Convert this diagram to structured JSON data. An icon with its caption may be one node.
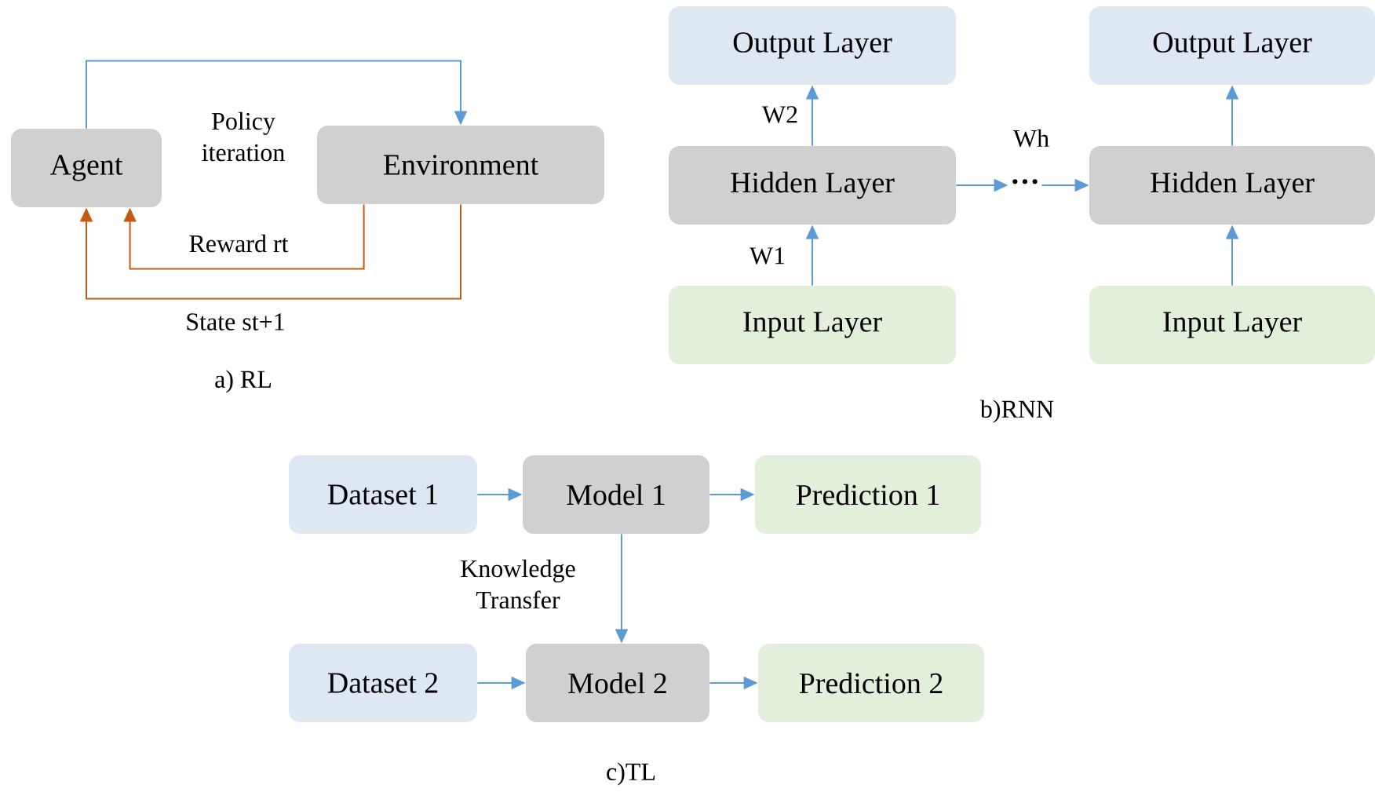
{
  "diagram": {
    "nodes": [
      {
        "text": [
          "Agent"
        ]
      },
      {
        "text": [
          "Environment"
        ]
      },
      {
        "text": [
          "Output Layer"
        ]
      },
      {
        "text": [
          "Hidden Layer"
        ]
      },
      {
        "text": [
          "Input Layer"
        ]
      },
      {
        "text": [
          "···"
        ]
      },
      {
        "text": [
          "Output Layer"
        ]
      },
      {
        "text": [
          "Hidden Layer"
        ]
      },
      {
        "text": [
          "Input Layer"
        ]
      },
      {
        "text": [
          "Dataset 1"
        ]
      },
      {
        "text": [
          "Model 1"
        ]
      },
      {
        "text": [
          "Prediction 1"
        ]
      },
      {
        "text": [
          "Dataset 2"
        ]
      },
      {
        "text": [
          "Model 2"
        ]
      },
      {
        "text": [
          "Prediction 2"
        ]
      }
    ],
    "edges": [
      {
        "from": 0,
        "to": 1,
        "arrow": "to",
        "label": "Policy iteration"
      },
      {
        "from": 1,
        "to": 0,
        "arrow": "to",
        "label": "Reward rt",
        "color": "#c55a11"
      },
      {
        "from": 1,
        "to": 0,
        "arrow": "to",
        "label": "State st+1",
        "color": "#c55a11"
      },
      {
        "from": 3,
        "to": 2,
        "arrow": "to",
        "label": "W2"
      },
      {
        "from": 4,
        "to": 3,
        "arrow": "to",
        "label": "W1"
      },
      {
        "from": 3,
        "to": 5,
        "arrow": "to",
        "label": "Wh"
      },
      {
        "from": 5,
        "to": 7,
        "arrow": "to"
      },
      {
        "from": 7,
        "to": 6,
        "arrow": "to"
      },
      {
        "from": 8,
        "to": 7,
        "arrow": "to"
      },
      {
        "from": 9,
        "to": 10,
        "arrow": "to"
      },
      {
        "from": 10,
        "to": 11,
        "arrow": "to"
      },
      {
        "from": 10,
        "to": 13,
        "arrow": "to",
        "label": "Knowledge Transfer"
      },
      {
        "from": 12,
        "to": 13,
        "arrow": "to"
      },
      {
        "from": 13,
        "to": 14,
        "arrow": "to"
      }
    ],
    "labels": [
      "a) RL",
      "b)RNN",
      "c)TL"
    ]
  }
}
